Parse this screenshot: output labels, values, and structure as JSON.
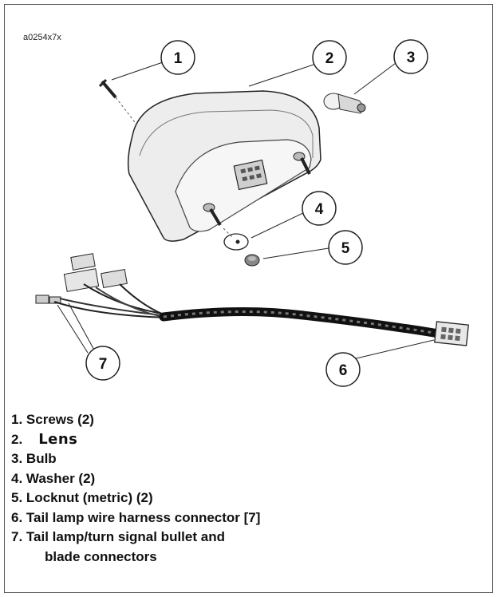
{
  "figure": {
    "code": "a0254x7x"
  },
  "callouts": [
    "1",
    "2",
    "3",
    "4",
    "5",
    "6",
    "7"
  ],
  "legend": [
    {
      "num": "1.",
      "text": "Screws (2)"
    },
    {
      "num": "2.",
      "text": "Lens"
    },
    {
      "num": "3.",
      "text": "Bulb"
    },
    {
      "num": "4.",
      "text": "Washer (2)"
    },
    {
      "num": "5.",
      "text": "Locknut (metric) (2)"
    },
    {
      "num": "6.",
      "text": "Tail lamp wire harness connector [7]"
    },
    {
      "num": "7.",
      "text": "Tail lamp/turn signal bullet and"
    },
    {
      "num": "",
      "text": "blade connectors"
    }
  ],
  "colors": {
    "line": "#222222",
    "lens_fill": "#ececec",
    "shade": "#9a9a9a"
  }
}
